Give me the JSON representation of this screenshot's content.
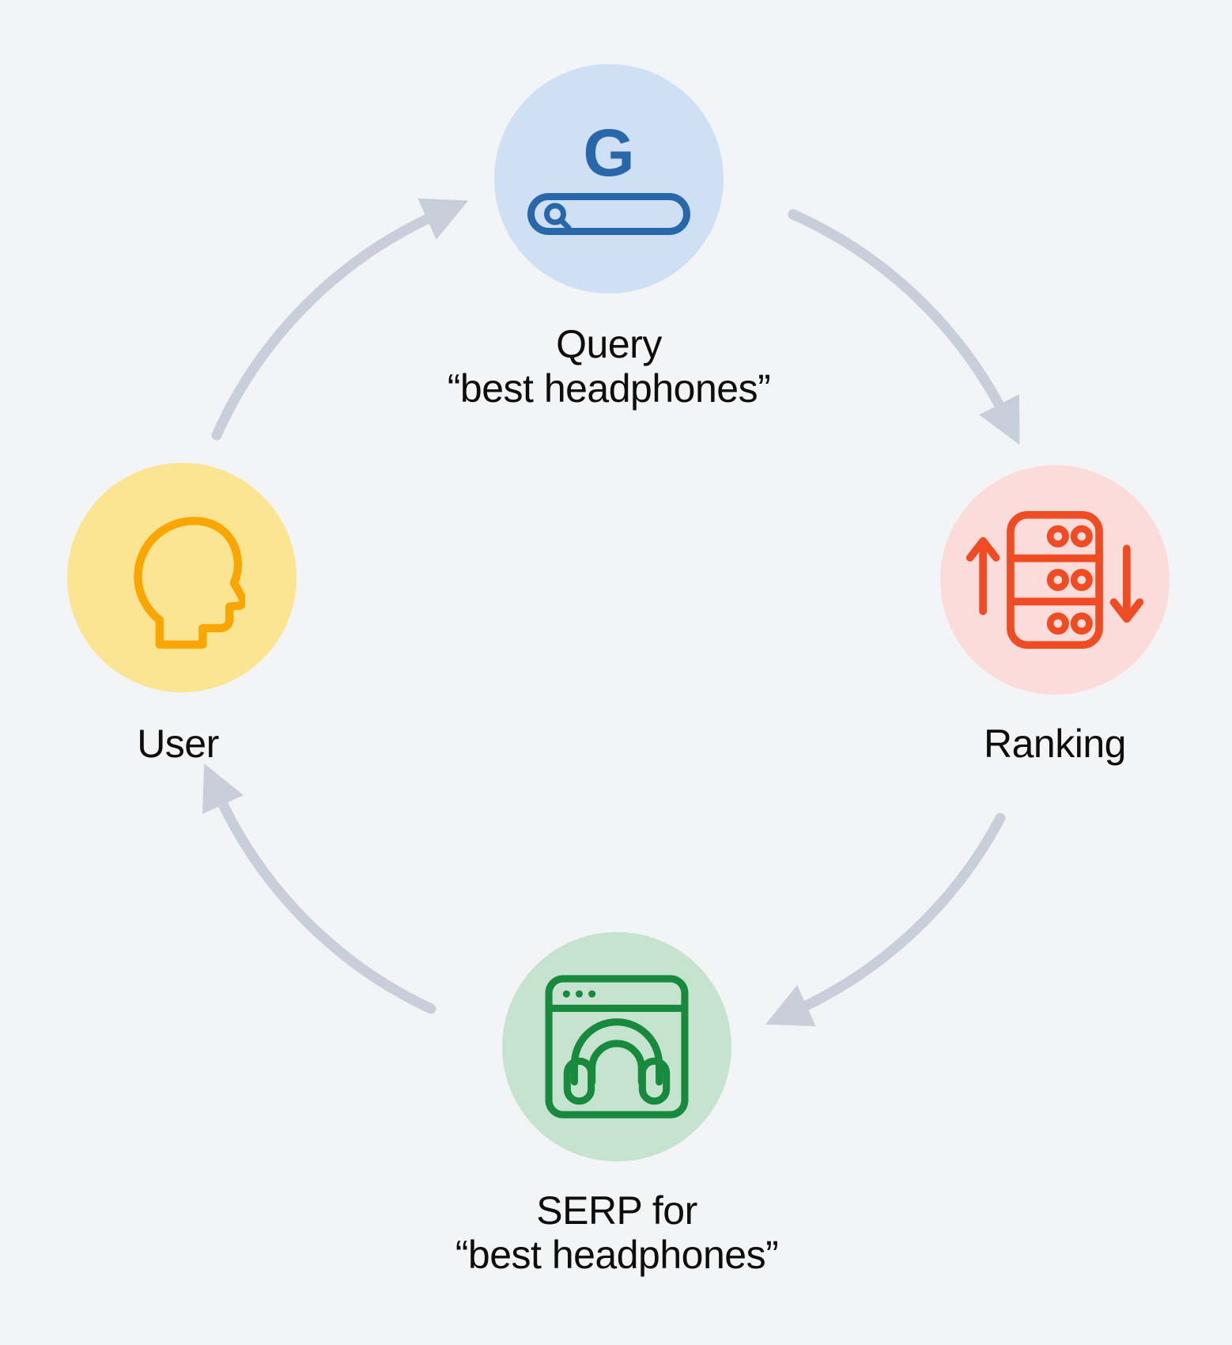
{
  "diagram": {
    "background_color": "#f2f4f5",
    "arrow_color": "#c8cfda",
    "text_color": "#0d0d0d",
    "nodes": {
      "query": {
        "label_line1": "Query",
        "label_line2": "“best headphones”",
        "icon": "google-search-bar-icon",
        "icon_letter": "G",
        "circle_color": "#cfe0f4",
        "icon_color": "#2767aa"
      },
      "ranking": {
        "label": "Ranking",
        "icon": "server-ranking-arrows-icon",
        "circle_color": "#fcdcdb",
        "icon_color": "#f04c24"
      },
      "serp": {
        "label_line1": "SERP for",
        "label_line2": "“best headphones”",
        "icon": "browser-headphones-icon",
        "circle_color": "#c6e3cf",
        "icon_color": "#188a3d"
      },
      "user": {
        "label": "User",
        "icon": "person-head-profile-icon",
        "circle_color": "#fbe593",
        "icon_color": "#f9a602"
      }
    },
    "arrows": [
      {
        "name": "user-to-query"
      },
      {
        "name": "query-to-ranking"
      },
      {
        "name": "ranking-to-serp"
      },
      {
        "name": "serp-to-user"
      }
    ]
  }
}
